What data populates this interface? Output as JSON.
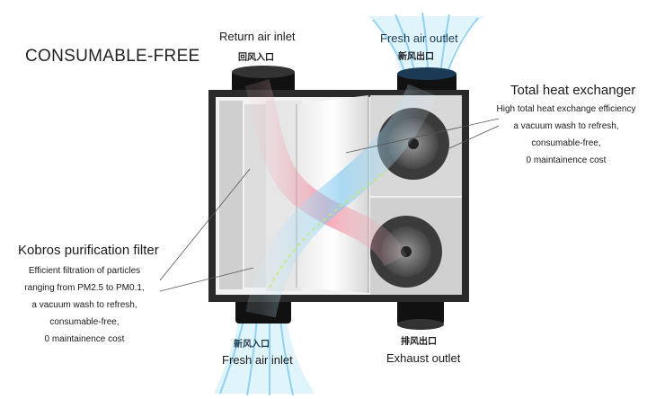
{
  "headline": "CONSUMABLE-FREE",
  "ports": {
    "return_air_inlet": {
      "en": "Return air inlet",
      "cn": "回风入口"
    },
    "fresh_air_outlet": {
      "en": "Fresh air outlet",
      "cn": "新风出口"
    },
    "fresh_air_inlet": {
      "en": "Fresh air inlet",
      "cn": "新风入口"
    },
    "exhaust_outlet": {
      "en": "Exhaust outlet",
      "cn": "排风出口"
    }
  },
  "heat_exchanger": {
    "title": "Total heat exchanger",
    "lines": [
      "High total heat exchange efficiency",
      "a vacuum wash to refresh,",
      "consumable-free,",
      "0 maintainence cost"
    ]
  },
  "filter": {
    "title": "Kobros purification filter",
    "lines": [
      "Efficient filtration of particles",
      "ranging from PM2.5 to PM0.1,",
      "a vacuum wash to refresh,",
      "consumable-free,",
      "0 maintainence cost"
    ]
  },
  "colors": {
    "fresh_air": "#7ec8f0",
    "return_air": "#f0607a",
    "unit_frame": "#2a2a2a",
    "duct": "#111111"
  }
}
